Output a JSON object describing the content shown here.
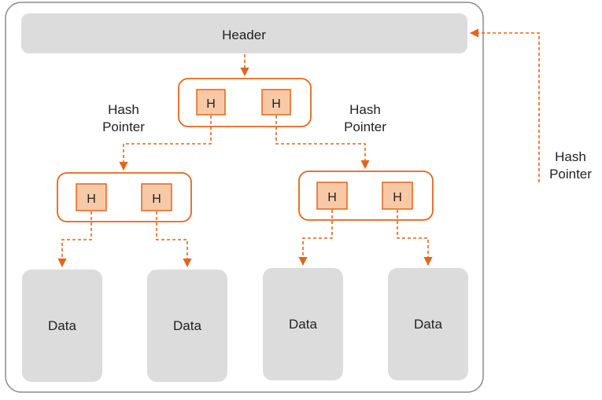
{
  "colors": {
    "accent": "#e0661f",
    "h_fill": "#f8c9a6",
    "box_fill": "#dcdcdc",
    "outline": "#8a8a8a",
    "text": "#222222"
  },
  "header": {
    "label": "Header"
  },
  "root_node": {
    "left_label": "H",
    "right_label": "H"
  },
  "left_node": {
    "left_label": "H",
    "right_label": "H"
  },
  "right_node": {
    "left_label": "H",
    "right_label": "H"
  },
  "hash_pointer_labels": {
    "left": {
      "line1": "Hash",
      "line2": "Pointer"
    },
    "right": {
      "line1": "Hash",
      "line2": "Pointer"
    },
    "outer": {
      "line1": "Hash",
      "line2": "Pointer"
    }
  },
  "data_blocks": [
    {
      "label": "Data"
    },
    {
      "label": "Data"
    },
    {
      "label": "Data"
    },
    {
      "label": "Data"
    }
  ]
}
